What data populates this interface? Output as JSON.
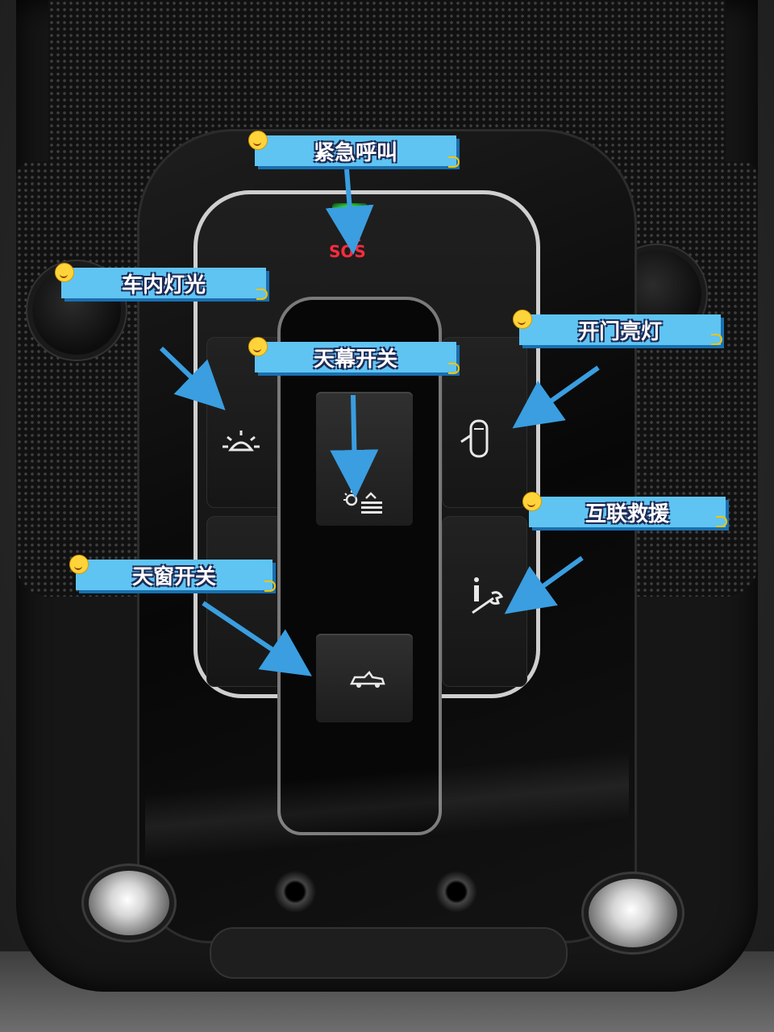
{
  "labels": {
    "emergency_call": "紧急呼叫",
    "interior_light": "车内灯光",
    "door_light": "开门亮灯",
    "sunshade_switch": "天幕开关",
    "connect_rescue": "互联救援",
    "sunroof_switch": "天窗开关"
  },
  "panel": {
    "sos_text": "SOS"
  },
  "colors": {
    "label_fill": "#5fc4f2",
    "label_outline": "#1e2a55",
    "arrow": "#3a9ee0",
    "sos_red": "#ff2b3d",
    "led_green": "#2fcf3a"
  },
  "icons": [
    "sos-phone-icon",
    "interior-light-icon",
    "door-open-light-icon",
    "sunshade-icon",
    "service-info-icon",
    "convertible-roof-icon"
  ]
}
